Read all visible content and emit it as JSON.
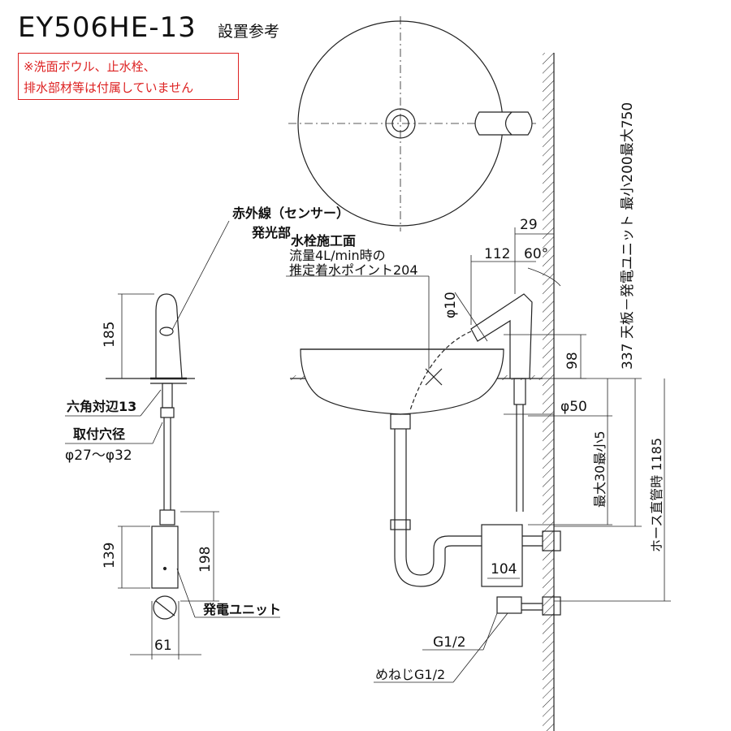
{
  "header": {
    "model": "EY506HE-13",
    "subtitle": "設置参考",
    "note_line1": "※洗面ボウル、止水栓、",
    "note_line2": "排水部材等は付属していません"
  },
  "left_view": {
    "sensor_label": "赤外線（センサー）",
    "light_label": "発光部",
    "dim_spout_height": "185",
    "hex_label": "六角対辺13",
    "hole_label": "取付穴径",
    "hole_value": "φ27～φ32",
    "dim_139": "139",
    "dim_198": "198",
    "generator_label": "発電ユニット",
    "dim_61": "61"
  },
  "right_view": {
    "water_point_1": "水栓施工面",
    "water_point_2": "流量4L/min時の",
    "water_point_3": "推定着水ポイント204",
    "dim_29": "29",
    "dim_112": "112",
    "angle_60": "60°",
    "dim_phi10": "φ10",
    "dim_98": "98",
    "dim_phi50": "φ50",
    "dim_max30": "最大30最小5",
    "dim_104": "104",
    "dim_g12": "G1/2",
    "dim_female_g12": "めねじG1/2",
    "vertical_dim_1": "337 天板－発電ユニット 最小200最大750",
    "vertical_dim_2": "ホース直管時 1185"
  }
}
